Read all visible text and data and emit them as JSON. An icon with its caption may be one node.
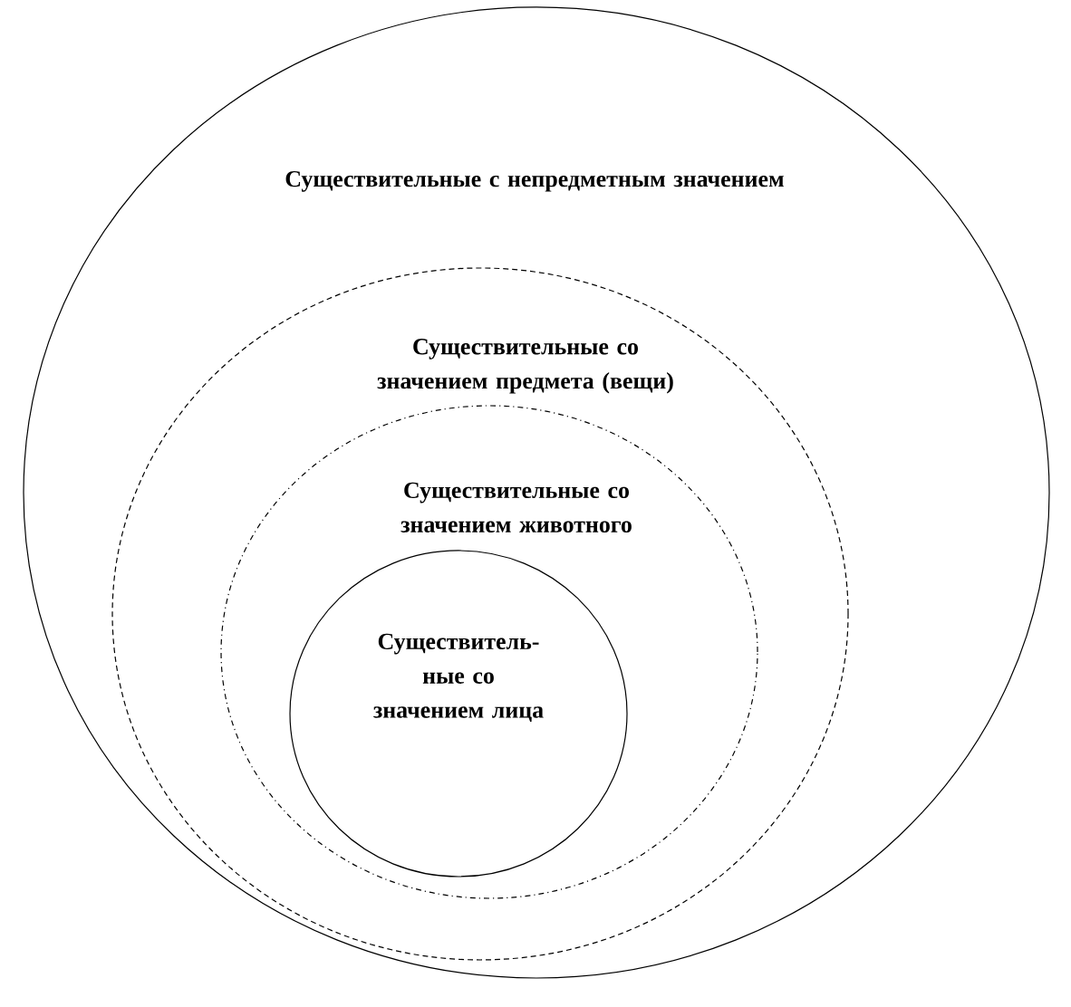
{
  "diagram": {
    "nodes": [
      {
        "text": [
          "Существительные с непредметным значением"
        ]
      },
      {
        "text": [
          "Существительные со значением предмета (вещи)"
        ],
        "in": 0
      },
      {
        "text": [
          "Существительные со значением животного"
        ],
        "in": 1
      },
      {
        "text": [
          "Существитель- ные со значением лица"
        ],
        "in": 2
      }
    ]
  }
}
